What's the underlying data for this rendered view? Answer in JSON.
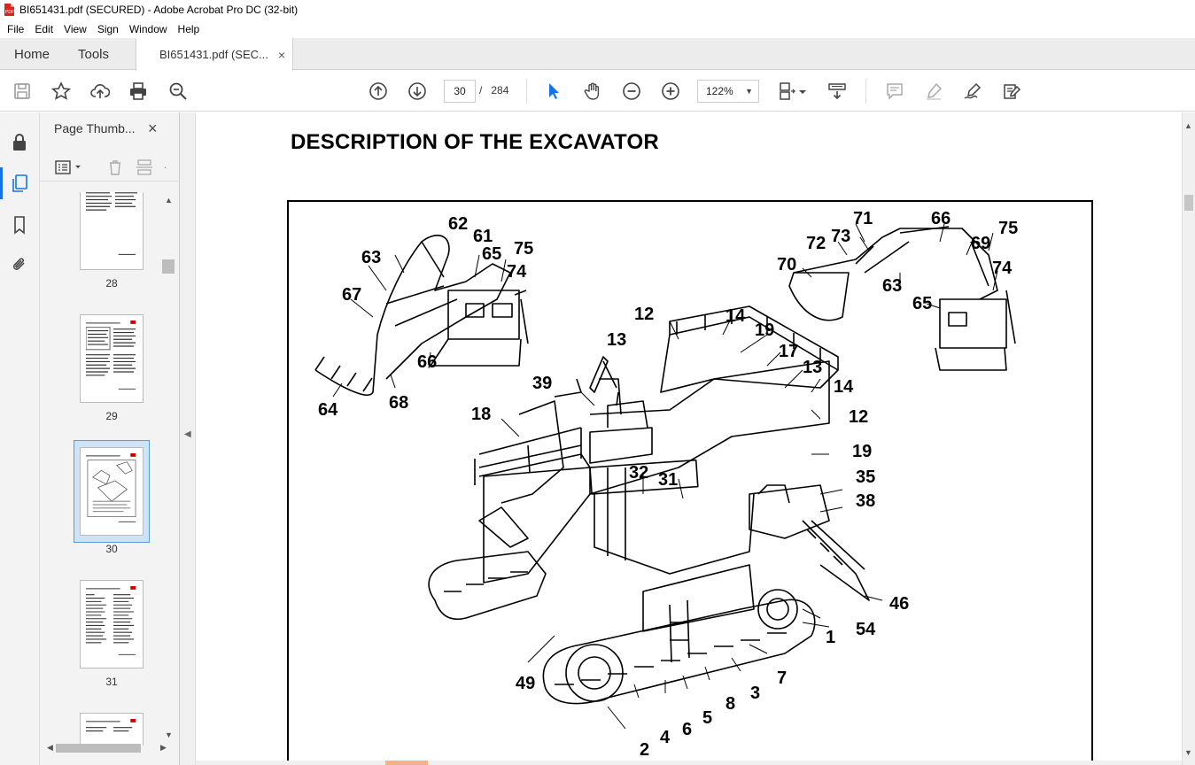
{
  "window": {
    "title": "BI651431.pdf (SECURED) - Adobe Acrobat Pro DC (32-bit)"
  },
  "menu": [
    "File",
    "Edit",
    "View",
    "Sign",
    "Window",
    "Help"
  ],
  "tabs": {
    "home": "Home",
    "tools": "Tools",
    "doc": "BI651431.pdf (SEC...",
    "doc_close": "×"
  },
  "toolbar": {
    "current_page": "30",
    "page_separator": "/",
    "total_pages": "284",
    "zoom": "122%",
    "icons": [
      "save-icon",
      "star-icon",
      "upload-icon",
      "print-icon",
      "zoom-search-icon",
      "page-up-icon",
      "page-down-icon",
      "select-arrow-icon",
      "hand-icon",
      "zoom-out-icon",
      "zoom-in-icon",
      "fit-page-icon",
      "scroll-mode-icon",
      "comment-icon",
      "highlight-icon",
      "sign-icon",
      "edit-pdf-icon"
    ]
  },
  "thumbnails": {
    "title": "Page Thumb...",
    "close": "×",
    "pages": [
      {
        "label": "28"
      },
      {
        "label": "29"
      },
      {
        "label": "30",
        "selected": true
      },
      {
        "label": "31"
      }
    ]
  },
  "document": {
    "heading": "DESCRIPTION OF THE EXCAVATOR",
    "callouts": [
      "62",
      "61",
      "63",
      "65",
      "75",
      "74",
      "67",
      "66",
      "68",
      "64",
      "71",
      "66",
      "72",
      "73",
      "75",
      "69",
      "70",
      "74",
      "63",
      "65",
      "12",
      "14",
      "13",
      "19",
      "17",
      "13",
      "39",
      "14",
      "18",
      "12",
      "19",
      "32",
      "31",
      "35",
      "38",
      "46",
      "1",
      "54",
      "7",
      "49",
      "3",
      "8",
      "5",
      "6",
      "4",
      "2"
    ]
  },
  "colors": {
    "accent": "#1473e6",
    "tabbar": "#ececec",
    "panel": "#f3f3f3"
  }
}
